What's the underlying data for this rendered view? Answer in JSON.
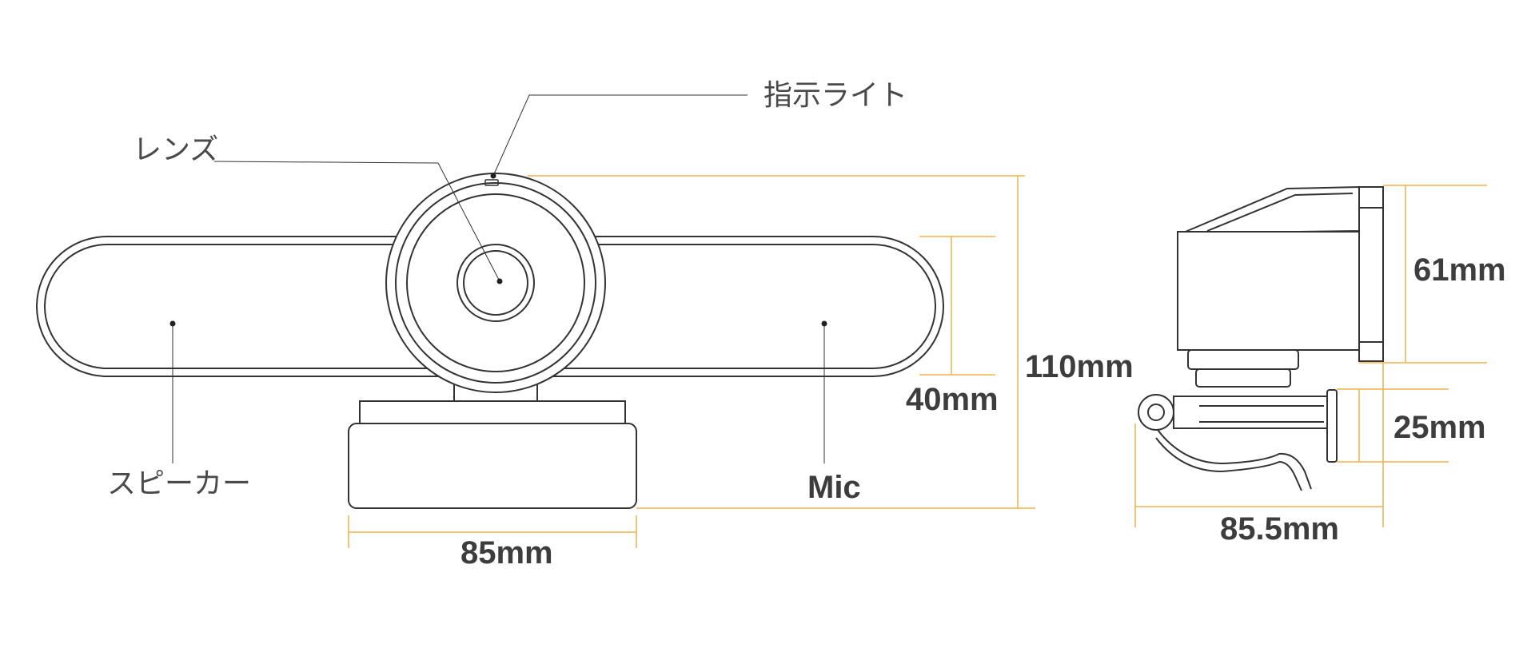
{
  "labels": {
    "indicator": "指示ライト",
    "lens": "レンズ",
    "speaker": "スピーカー",
    "mic": "Mic"
  },
  "dimensions": {
    "total_height": "110mm",
    "bar_height": "40mm",
    "base_width": "85mm",
    "side_height": "61mm",
    "clip_height": "25mm",
    "side_depth": "85.5mm"
  },
  "colors": {
    "outline": "#333333",
    "dimension_line": "#f0b04a",
    "text": "#3d3d3d"
  }
}
